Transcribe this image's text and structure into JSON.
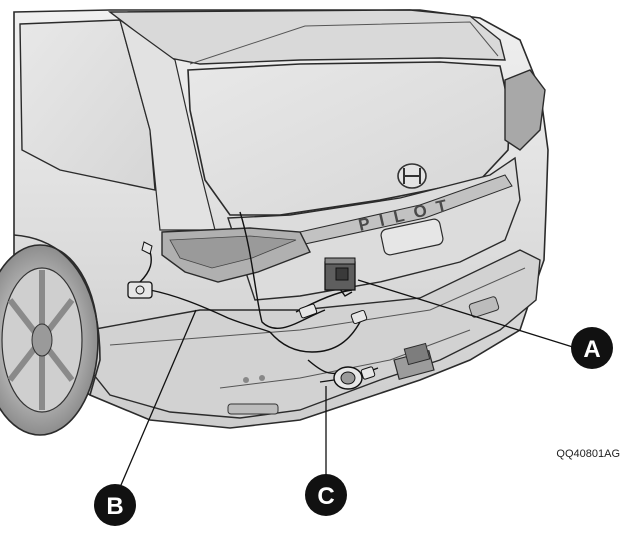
{
  "figure": {
    "badge": "PILOT",
    "figure_code": "QQ40801AG",
    "callouts": [
      {
        "id": "A",
        "label": "A"
      },
      {
        "id": "B",
        "label": "B"
      },
      {
        "id": "C",
        "label": "C"
      }
    ]
  },
  "colors": {
    "body_light": "#e4e4e4",
    "body_mid": "#cfcfcf",
    "body_dark": "#a9a9a9",
    "outline": "#2b2b2b",
    "callout_fill": "#111111"
  }
}
